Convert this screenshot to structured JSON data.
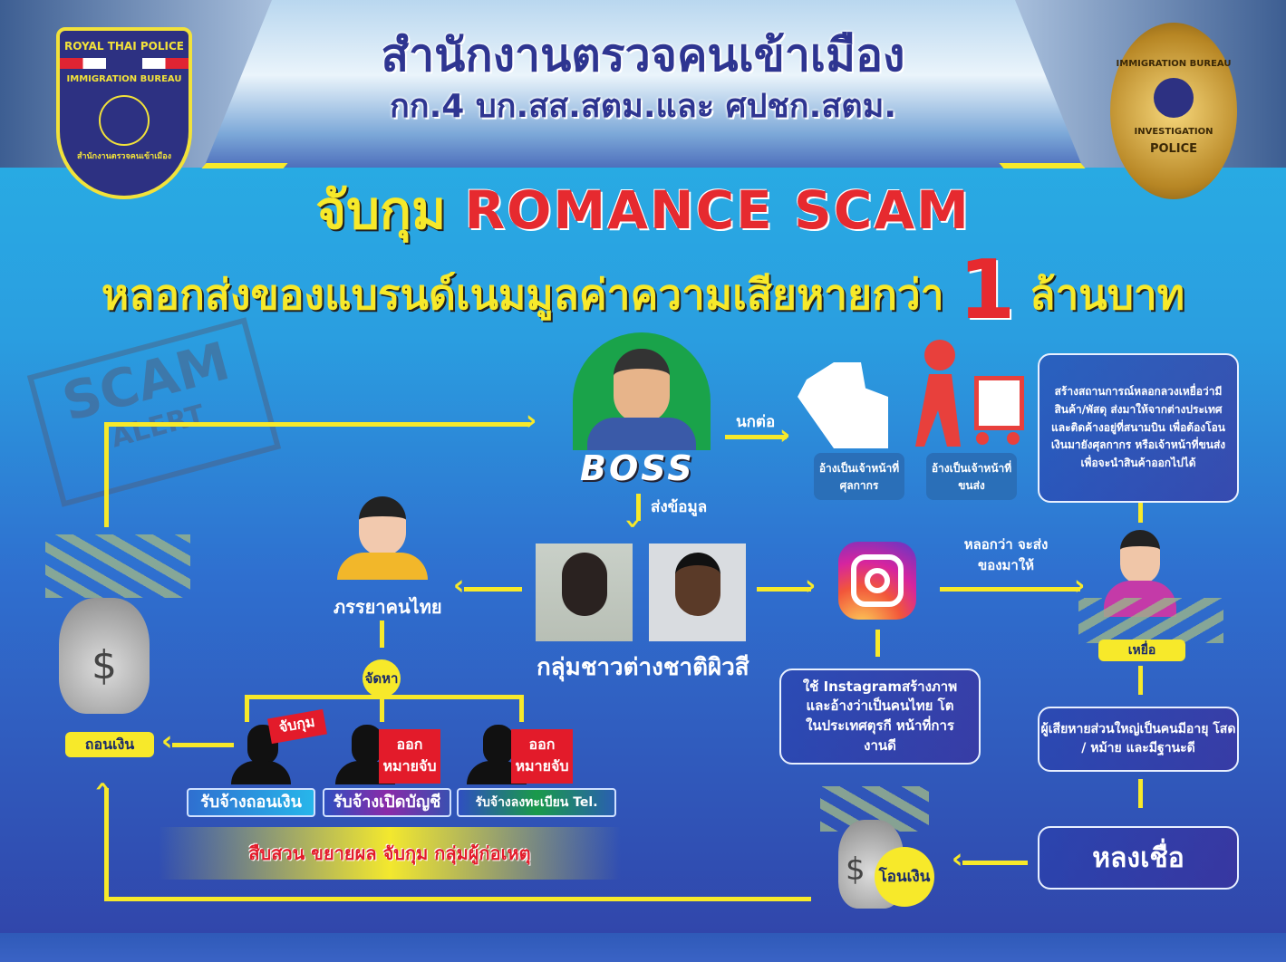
{
  "header": {
    "title_line1": "สำนักงานตรวจคนเข้าเมือง",
    "title_line2": "กก.4 บก.สส.สตม.และ ศปชก.สตม.",
    "left_logo": {
      "top": "ROYAL THAI POLICE",
      "middle": "IMMIGRATION BUREAU",
      "bottom": "สำนักงานตรวจคนเข้าเมือง"
    },
    "right_badge": {
      "top": "IMMIGRATION BUREAU",
      "middle": "INVESTIGATION",
      "bottom": "POLICE"
    }
  },
  "headline": {
    "prefix": "จับกุม",
    "scam": "ROMANCE SCAM",
    "line2_text": "หลอกส่งของแบรนด์เนมมูลค่าความเสียหายกว่า",
    "line2_number": "1",
    "line2_suffix": "ล้านบาท"
  },
  "stamp": {
    "word1": "SCAM",
    "word2": "ALERT"
  },
  "boss": {
    "label": "BOSS",
    "to_officers": "นกต่อ",
    "send_info": "ส่งข้อมูล"
  },
  "officers": [
    {
      "label": "อ้างเป็นเจ้าหน้าที่ ศุลกากร"
    },
    {
      "label": "อ้างเป็นเจ้าหน้าที่ ขนส่ง"
    }
  ],
  "scenario_box": "สร้างสถานการณ์หลอกลวงเหยื่อว่ามีสินค้า/พัสดุ ส่งมาให้จากต่างประเทศ และติดค้างอยู่ที่สนามบิน เพื่อต้องโอนเงินมายังศุลกากร หรือเจ้าหน้าที่ขนส่ง เพื่อจะนำสินค้าออกไปได้",
  "group_label": "กลุ่มชาวต่างชาติผิวสี",
  "wife_label": "ภรรยาคนไทย",
  "provide_label": "จัดหา",
  "promise_label": "หลอกว่า จะส่งของมาให้",
  "instagram_box": "ใช้ Instagramสร้างภาพ และอ้างว่าเป็นคนไทย โตในประเทศตุรกี หน้าที่การงานดี",
  "victim_label": "เหยื่อ",
  "victim_box": "ผู้เสียหายส่วนใหญ่เป็นคนมีอายุ โสด / หม้าย และมีฐานะดี",
  "believe_box": "หลงเชื่อ",
  "transfer_label": "โอนเงิน",
  "withdraw_label": "ถอนเงิน",
  "hired": [
    {
      "role": "รับจ้างถอนเงิน",
      "status": "จับกุม",
      "color": "#2aa8e8"
    },
    {
      "role": "รับจ้างเปิดบัญชี",
      "status": "ออก หมายจับ",
      "color": "#8a2aa8"
    },
    {
      "role": "รับจ้างลงทะเบียน Tel.",
      "status": "ออก หมายจับ",
      "color": "#1a9a4a"
    }
  ],
  "banner": "สืบสวน ขยายผล จับกุม กลุ่มผู้ก่อเหตุ",
  "colors": {
    "accent_yellow": "#f7e92a",
    "red": "#e31b2a",
    "navy": "#2e3591"
  }
}
